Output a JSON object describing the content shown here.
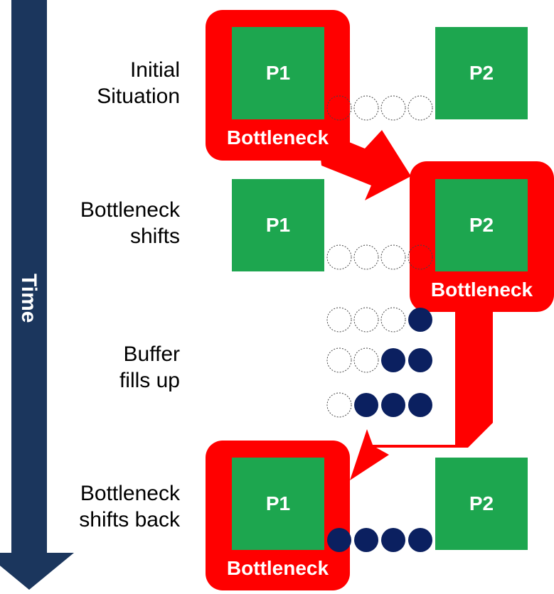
{
  "time_axis": {
    "label": "Time",
    "color": "#1b365d"
  },
  "colors": {
    "machine": "#1da64f",
    "bottleneck": "#ff0000",
    "filled_item": "#0b2060",
    "empty_item": "#ffffff"
  },
  "stages": [
    {
      "id": "initial",
      "lines": [
        "Initial",
        "Situation"
      ],
      "bottleneck": "P1",
      "buffer_filled": 0
    },
    {
      "id": "shifts",
      "lines": [
        "Bottleneck",
        "shifts"
      ],
      "bottleneck": "P2",
      "buffer_filled": 0
    },
    {
      "id": "fills",
      "lines": [
        "Buffer",
        "fills up"
      ],
      "buffer_rows_filled": [
        1,
        2,
        3
      ]
    },
    {
      "id": "back",
      "lines": [
        "Bottleneck",
        "shifts back"
      ],
      "bottleneck": "P1",
      "buffer_filled": 4
    }
  ],
  "machines": {
    "p1": "P1",
    "p2": "P2"
  },
  "bottleneck_label": "Bottleneck",
  "buffer_capacity": 4
}
